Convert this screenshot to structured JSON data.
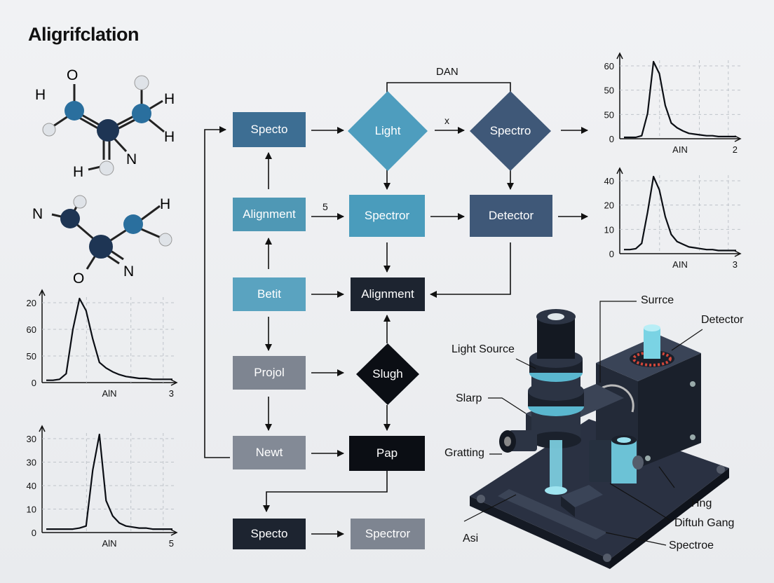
{
  "title": "Aligrifclation",
  "colors": {
    "teal_dark": "#3a7aa0",
    "teal": "#4a9fc0",
    "navy": "#3f5878",
    "charcoal": "#1d2430",
    "gray": "#7e8591",
    "black": "#0b0e14"
  },
  "flow": {
    "top_label": "DAN",
    "label_x": "x",
    "label_5": "5",
    "nodes": {
      "specto_top": "Specto",
      "light": "Light",
      "spectro": "Spectro",
      "alignment_left": "Alignment",
      "spectror_mid": "Spectror",
      "detector": "Detector",
      "betit": "Betit",
      "alignment_center": "Alignment",
      "projol": "Projol",
      "slugh": "Slugh",
      "newt": "Newt",
      "pap": "Pap",
      "specto_bottom": "Specto",
      "spectror_bottom": "Spectror"
    }
  },
  "molecules": {
    "top": {
      "atoms": [
        "O",
        "H",
        "H",
        "H",
        "H",
        "N"
      ]
    },
    "bottom": {
      "atoms": [
        "N",
        "H",
        "O",
        "N"
      ]
    }
  },
  "instrument": {
    "callouts": {
      "surrce": "Surrce",
      "detector": "Detector",
      "light_source": "Light Source",
      "slarp": "Slarp",
      "gratting": "Gratting",
      "hng": "Hng",
      "diffuth_gang": "Diftuh Gang",
      "asi": "Asi",
      "spectroe": "Spectroe"
    }
  },
  "chart_data": [
    {
      "type": "line",
      "xlabel": "AIN",
      "x_end_label": "2",
      "y_tick_labels": [
        "60",
        "50",
        "50",
        "0"
      ],
      "values": [
        0,
        0,
        0,
        2,
        30,
        95,
        80,
        40,
        18,
        12,
        8,
        5,
        4,
        3,
        2,
        2,
        1,
        1,
        1,
        1
      ],
      "grid": true
    },
    {
      "type": "line",
      "xlabel": "AIN",
      "x_end_label": "3",
      "y_tick_labels": [
        "40",
        "20",
        "10",
        "0"
      ],
      "values": [
        3,
        3,
        4,
        10,
        45,
        85,
        70,
        40,
        20,
        12,
        9,
        6,
        5,
        4,
        3,
        3,
        2,
        2,
        2,
        2
      ],
      "grid": true
    },
    {
      "type": "line",
      "xlabel": "AlN",
      "x_end_label": "3",
      "y_tick_labels": [
        "20",
        "60",
        "50",
        "0"
      ],
      "values": [
        1,
        1,
        2,
        8,
        55,
        88,
        75,
        45,
        20,
        14,
        10,
        7,
        5,
        4,
        3,
        3,
        2,
        2,
        2,
        2
      ],
      "grid": true
    },
    {
      "type": "line",
      "xlabel": "AlN",
      "x_end_label": "5",
      "y_tick_labels": [
        "30",
        "30",
        "40",
        "10",
        "0"
      ],
      "values": [
        2,
        2,
        2,
        2,
        2,
        3,
        5,
        60,
        95,
        30,
        15,
        8,
        5,
        4,
        3,
        3,
        2,
        2,
        2,
        2
      ],
      "grid": true
    }
  ]
}
